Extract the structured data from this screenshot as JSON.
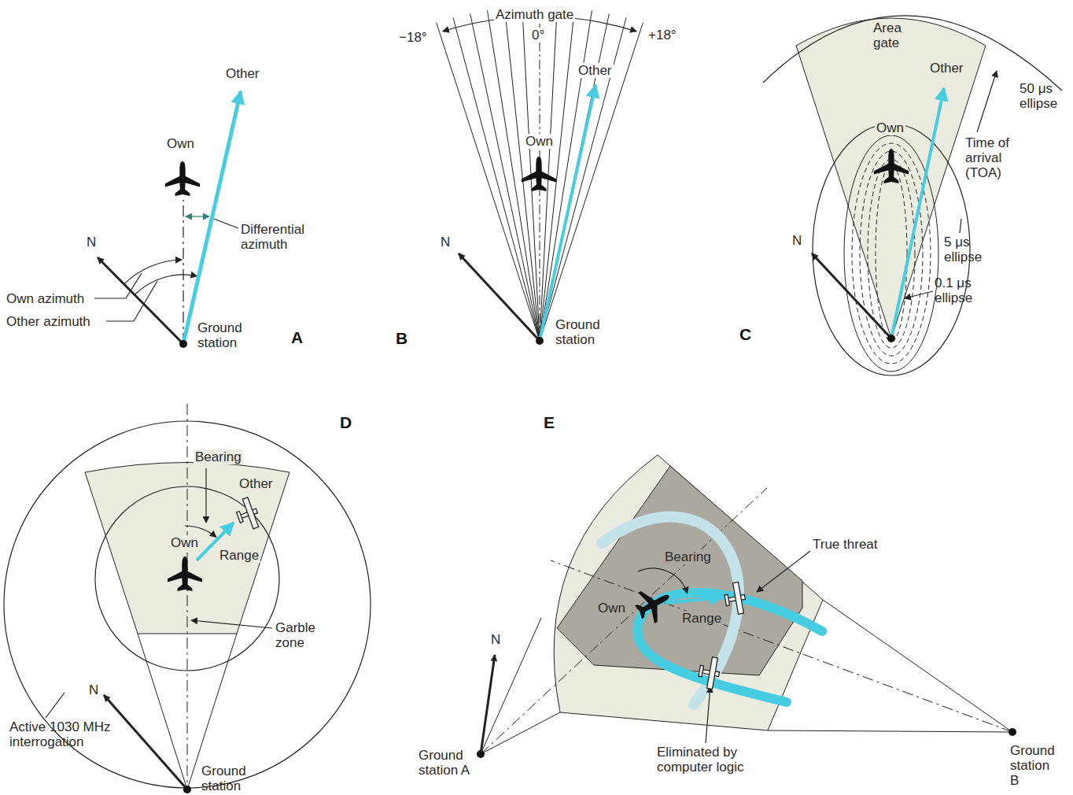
{
  "diagram": {
    "labels": [
      "Other",
      "Own",
      "N",
      "Differential azimuth",
      "Own azimuth",
      "Other azimuth",
      "Ground station",
      "A",
      "B",
      "Azimuth gate",
      "−18°",
      "0°",
      "+18°",
      "Other",
      "Own",
      "N",
      "Ground station",
      "C",
      "Area gate",
      "Other",
      "50 μs ellipse",
      "Own",
      "Time of arrival (TOA)",
      "N",
      "5 μs ellipse",
      "0.1 μs ellipse",
      "D",
      "Bearing",
      "Other",
      "Own",
      "Range",
      "Garble zone",
      "N",
      "Active 1030 MHz interrogation",
      "Ground station",
      "E",
      "True threat",
      "Bearing",
      "Own",
      "Range",
      "N",
      "Ground station A",
      "Eliminated by computer logic",
      "Ground station B"
    ]
  }
}
